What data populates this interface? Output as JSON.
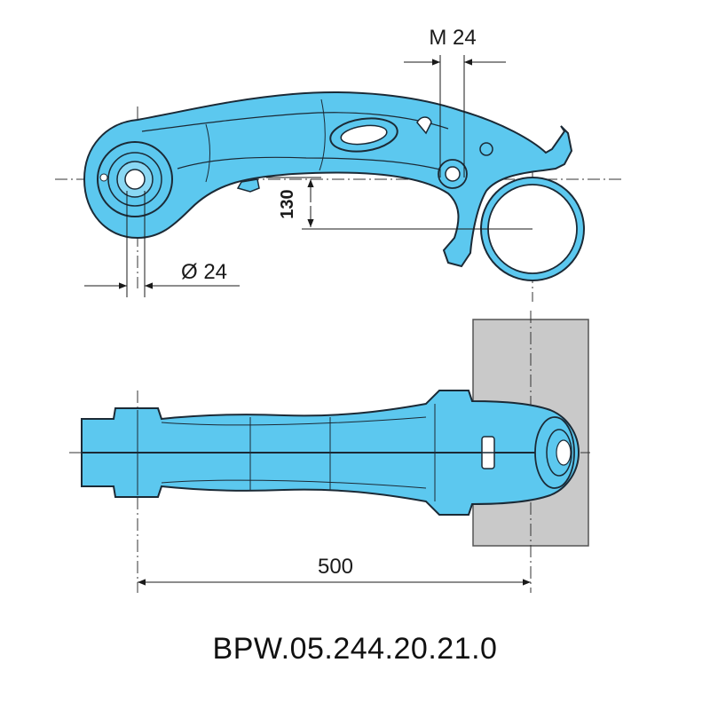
{
  "drawing": {
    "dimensions": {
      "thread": "M 24",
      "bore": "Ø 24",
      "height": "130",
      "length": "500"
    },
    "part_number": "BPW.05.244.20.21.0"
  },
  "colors": {
    "part_fill": "#5cc8ef",
    "part_stroke": "#1b2a36",
    "axle_fill": "#c9c9c9",
    "line": "#1a1a1a"
  }
}
